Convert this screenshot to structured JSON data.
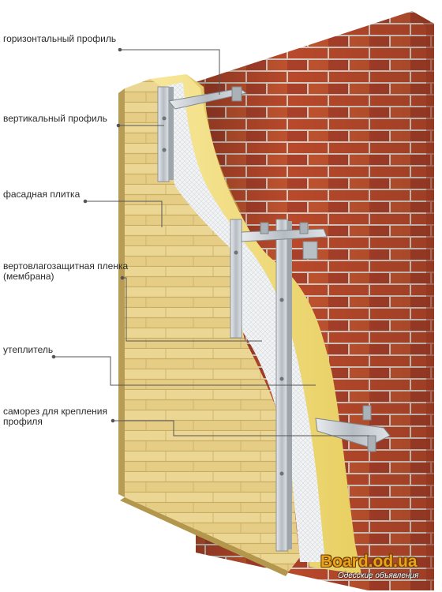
{
  "labels": {
    "horizontal_profile": "горизонтальный профиль",
    "vertical_profile": "вертикальный профиль",
    "facade_tile": "фасадная плитка",
    "membrane": "вертовлагозащитная пленка (мембрана)",
    "insulation": "утеплитель",
    "screw": "саморез для крепления профиля"
  },
  "watermark": {
    "site": "Board.od.ua",
    "subtitle": "Одесские объявления"
  },
  "colors": {
    "brick": "#b4482b",
    "mortar": "#d9cfc6",
    "insulation": "#f2de7c",
    "membrane": "#eef0f1",
    "tile": "#e9d28c",
    "metal": "#c7ccd1",
    "leader": "#555555"
  }
}
